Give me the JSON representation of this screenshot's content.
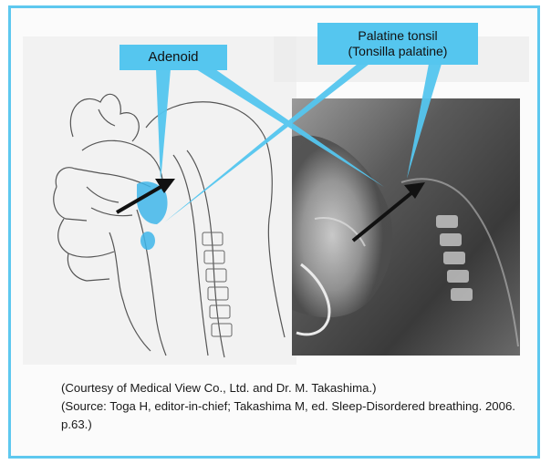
{
  "labels": {
    "adenoid": "Adenoid",
    "tonsil_line1": "Palatine tonsil",
    "tonsil_line2": "(Tonsilla palatine)"
  },
  "caption": {
    "line1": "(Courtesy of Medical View Co., Ltd. and Dr. M. Takashima.)",
    "line2": "(Source: Toga H, editor-in-chief; Takashima M, ed. Sleep-Disordered breathing. 2006. p.63.)"
  },
  "colors": {
    "frame": "#5ec8ef",
    "callout": "#55c6ef",
    "highlight": "#3fb6ea",
    "arrow": "#111111"
  },
  "icons": [
    "pointer-arrow",
    "pointer-arrow"
  ]
}
